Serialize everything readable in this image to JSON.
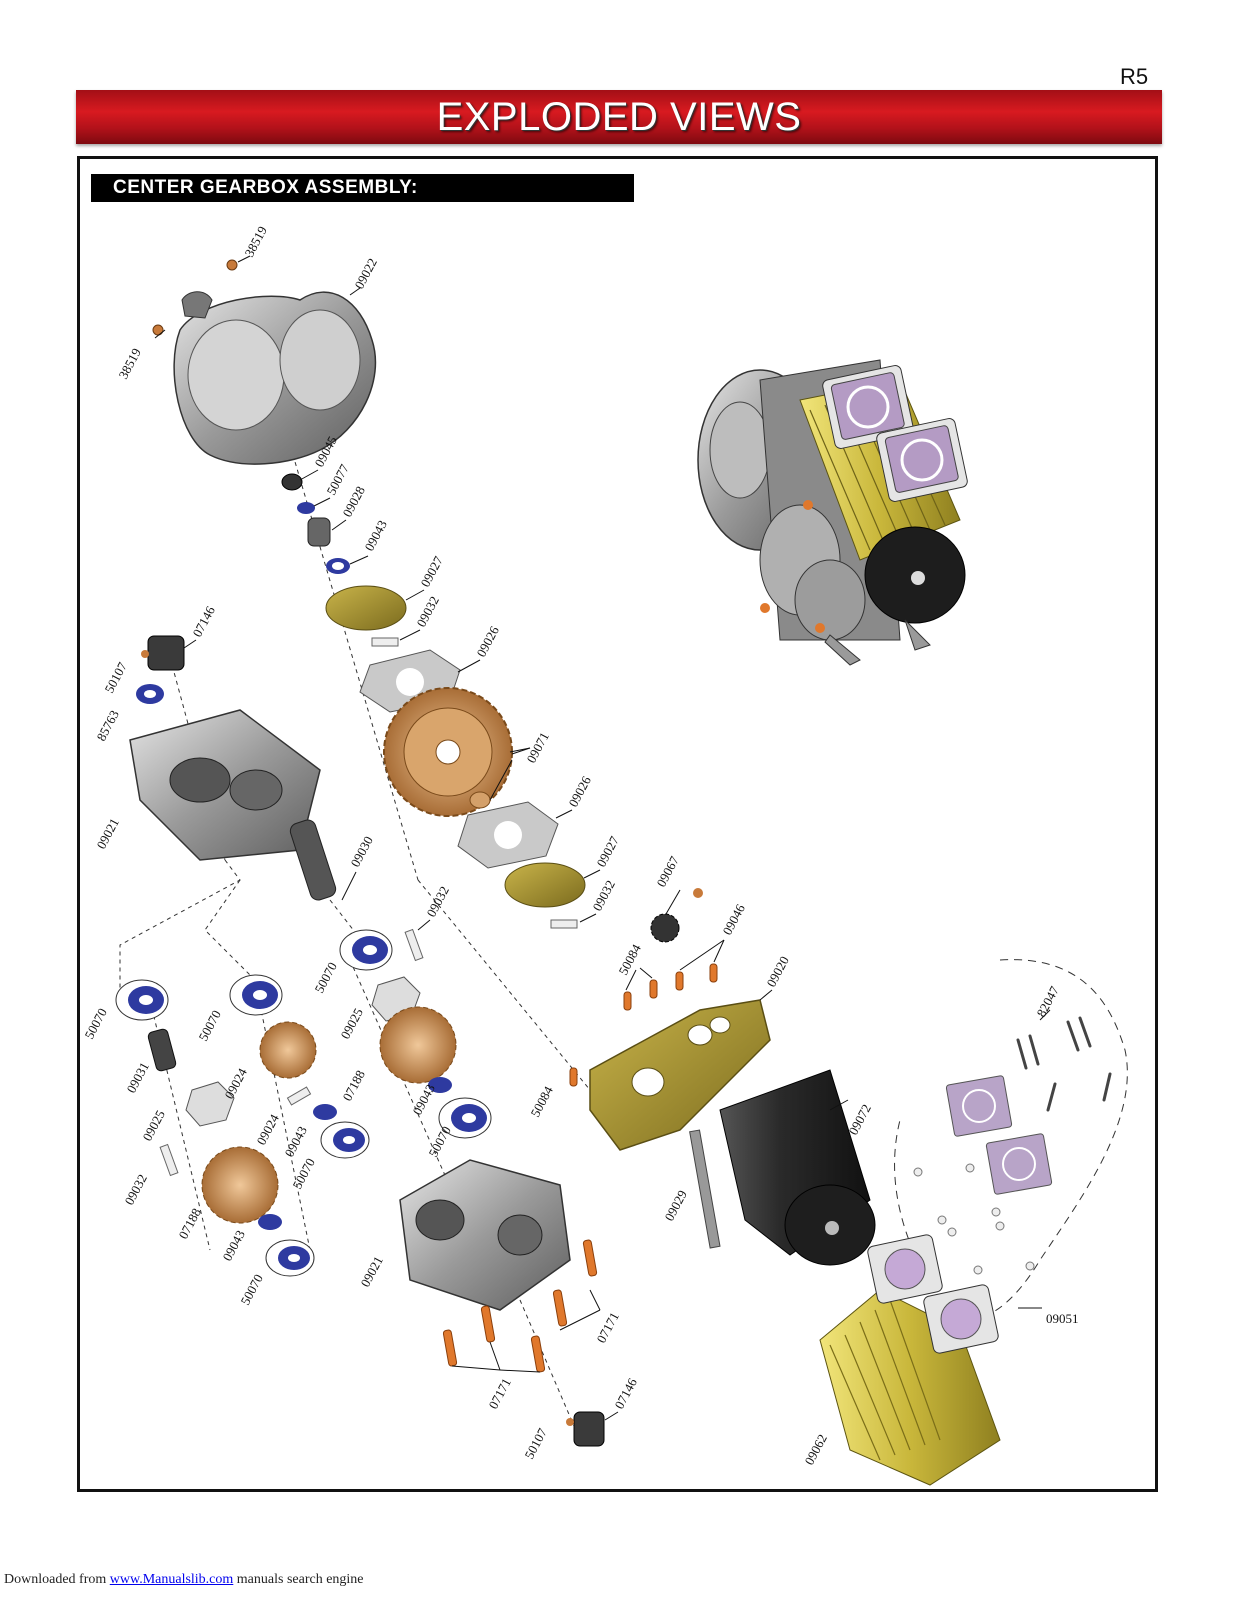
{
  "page": {
    "number": "R5"
  },
  "header": {
    "title": "EXPLODED VIEWS"
  },
  "section": {
    "title": "CENTER GEARBOX ASSEMBLY:"
  },
  "labels": {
    "p38519a": "38519",
    "p38519b": "38519",
    "p09022": "09022",
    "p09045": "09045",
    "p50077": "50077",
    "p09028": "09028",
    "p09043a": "09043",
    "p09027a": "09027",
    "p09032a": "09032",
    "p09026a": "09026",
    "p07146a": "07146",
    "p50107a": "50107",
    "p85763": "85763",
    "p09021a": "09021",
    "p09071": "09071",
    "p09026b": "09026",
    "p09030": "09030",
    "p09027b": "09027",
    "p09067": "09067",
    "p09032b": "09032",
    "p09046": "09046",
    "p09032c": "09032",
    "p50084a": "50084",
    "p09020": "09020",
    "p50070a": "50070",
    "p50070b": "50070",
    "p50070c": "50070",
    "p09025a": "09025",
    "p82047": "82047",
    "p09031": "09031",
    "p09024a": "09024",
    "p07188a": "07188",
    "p09043b": "09043",
    "p50084b": "50084",
    "p09025b": "09025",
    "p09024b": "09024",
    "p09043c": "09043",
    "p50070d": "50070",
    "p09072": "09072",
    "p09032d": "09032",
    "p50070e": "50070",
    "p09029": "09029",
    "p07188b": "07188",
    "p09043d": "09043",
    "p09021b": "09021",
    "p50070f": "50070",
    "p07171a": "07171",
    "p09051": "09051",
    "p07171b": "07171",
    "p07146b": "07146",
    "p50107b": "50107",
    "p09062": "09062"
  },
  "colors": {
    "brand_red": "#c8161d",
    "gear_bronze": "#c9935a",
    "bearing_blue": "#2e3aa0",
    "plate_olive": "#a89634",
    "heatsink_yellow": "#d9cc4c",
    "fan_purple": "#b8a4c8",
    "motor_dark": "#3a3a3a",
    "screw_orange": "#e0782c"
  },
  "footer": {
    "prefix": "Downloaded from ",
    "link": "www.Manualslib.com",
    "suffix": "  manuals search engine"
  }
}
